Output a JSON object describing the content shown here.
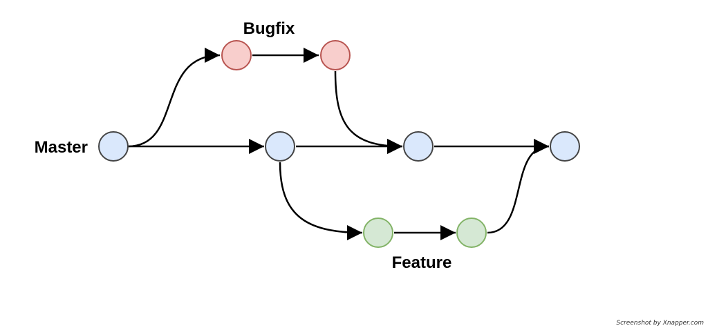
{
  "diagram": {
    "labels": {
      "master": "Master",
      "bugfix": "Bugfix",
      "feature": "Feature"
    },
    "colors": {
      "master_fill": "#dae8fc",
      "master_stroke": "#444444",
      "bugfix_fill": "#f8cecc",
      "bugfix_stroke": "#b85450",
      "feature_fill": "#d5e8d4",
      "feature_stroke": "#82b366",
      "edge": "#000000"
    },
    "nodes": [
      {
        "id": "m1",
        "branch": "master"
      },
      {
        "id": "m2",
        "branch": "master"
      },
      {
        "id": "m3",
        "branch": "master"
      },
      {
        "id": "m4",
        "branch": "master"
      },
      {
        "id": "b1",
        "branch": "bugfix"
      },
      {
        "id": "b2",
        "branch": "bugfix"
      },
      {
        "id": "f1",
        "branch": "feature"
      },
      {
        "id": "f2",
        "branch": "feature"
      }
    ],
    "edges": [
      {
        "from": "m1",
        "to": "b1"
      },
      {
        "from": "b1",
        "to": "b2"
      },
      {
        "from": "b2",
        "to": "m3"
      },
      {
        "from": "m1",
        "to": "m2"
      },
      {
        "from": "m2",
        "to": "m3"
      },
      {
        "from": "m3",
        "to": "m4"
      },
      {
        "from": "m2",
        "to": "f1"
      },
      {
        "from": "f1",
        "to": "f2"
      },
      {
        "from": "f2",
        "to": "m4"
      }
    ]
  },
  "footer": {
    "watermark": "Screenshot by Xnapper.com"
  }
}
